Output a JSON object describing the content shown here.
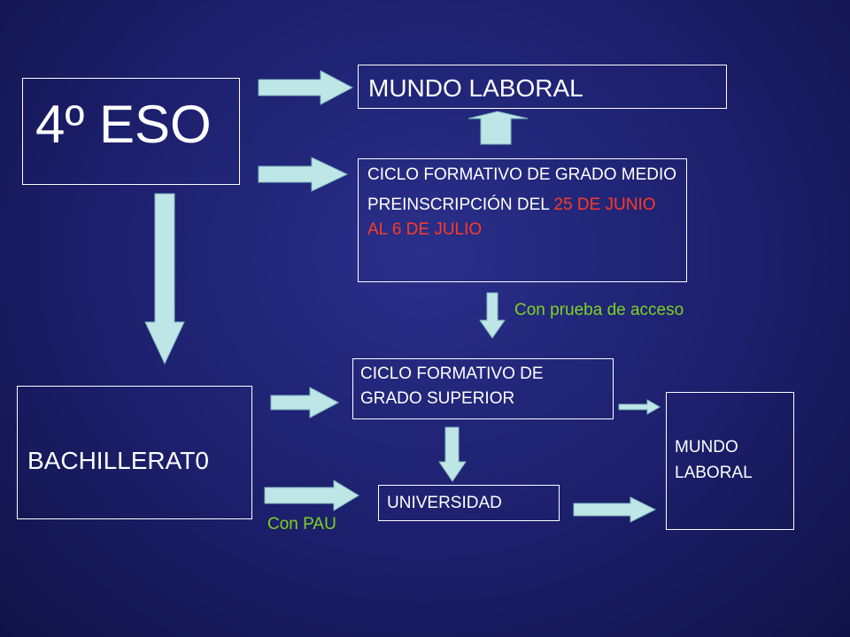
{
  "nodes": {
    "eso4": {
      "label": "4º ESO"
    },
    "mundo_laboral_top": {
      "label": "MUNDO LABORAL"
    },
    "ciclo_medio": {
      "title": "CICLO FORMATIVO DE GRADO MEDIO",
      "preinscripcion_prefix": "PREINSCRIPCIÓN DEL ",
      "preinscripcion_dates": "25 DE JUNIO AL 6 DE JULIO"
    },
    "bachillerato": {
      "label": "BACHILLERAT0"
    },
    "ciclo_superior": {
      "line1": "CICLO FORMATIVO DE",
      "line2": "GRADO SUPERIOR"
    },
    "universidad": {
      "label": "UNIVERSIDAD"
    },
    "mundo_laboral_bottom": {
      "line1": "MUNDO",
      "line2": "LABORAL"
    }
  },
  "notes": {
    "prueba_acceso": "Con prueba de acceso",
    "pau": "Con PAU"
  },
  "colors": {
    "background": "#1c1f6b",
    "arrow_fill": "#bfe6e6",
    "highlight_red": "#ff3a25",
    "note_green": "#7ed321"
  }
}
